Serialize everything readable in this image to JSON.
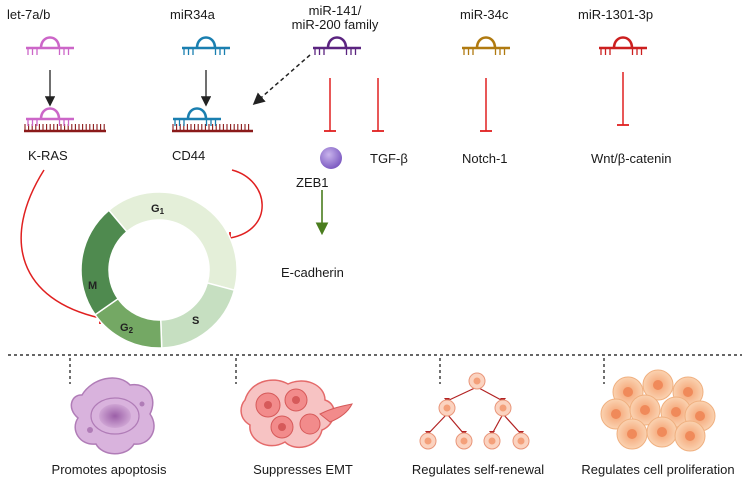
{
  "mirnas": [
    {
      "label": "let-7a/b",
      "color": "#cc66c8"
    },
    {
      "label": "miR34a",
      "color": "#1a7fb0"
    },
    {
      "label": "miR-141/\nmiR-200 family",
      "color": "#5b2480"
    },
    {
      "label": "miR-34c",
      "color": "#b07a10"
    },
    {
      "label": "miR-1301-3p",
      "color": "#cc1f1f"
    }
  ],
  "targets": {
    "kras": "K-RAS",
    "cd44": "CD44",
    "zeb1": "ZEB1",
    "tgfb": "TGF-β",
    "notch": "Notch-1",
    "wnt": "Wnt/β-catenin",
    "ecad": "E-cadherin"
  },
  "cell_cycle": {
    "phases": [
      {
        "name": "G",
        "sub": "1"
      },
      {
        "name": "S",
        "sub": ""
      },
      {
        "name": "G",
        "sub": "2"
      },
      {
        "name": "M",
        "sub": ""
      }
    ]
  },
  "effects": [
    "Promotes apoptosis",
    "Suppresses EMT",
    "Regulates self-renewal",
    "Regulates cell proliferation"
  ],
  "colors": {
    "inhibition": "#e02020",
    "activation": "#4a7d1e",
    "mrna": "#8b1a1a",
    "g1": "#e4efd9",
    "s": "#c6dfc1",
    "g2": "#74a864",
    "m": "#4f8a4f"
  }
}
